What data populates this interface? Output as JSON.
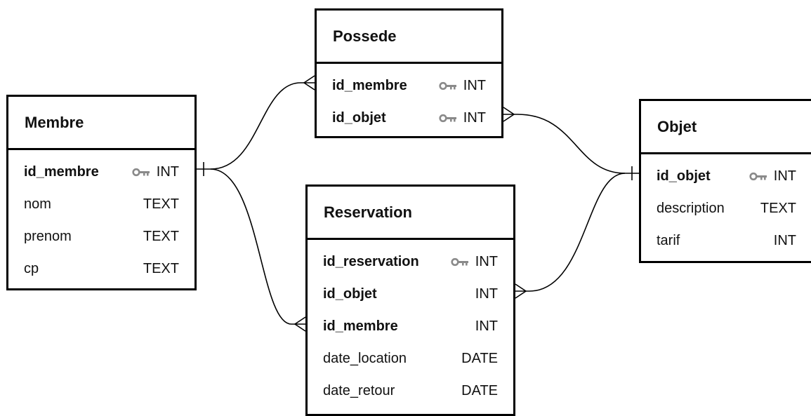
{
  "colors": {
    "line": "#000000",
    "key_icon": "#8a8a8a",
    "background": "#ffffff"
  },
  "entities": {
    "membre": {
      "title": "Membre",
      "fields": [
        {
          "name": "id_membre",
          "type": "INT",
          "key": "primary"
        },
        {
          "name": "nom",
          "type": "TEXT",
          "key": "none"
        },
        {
          "name": "prenom",
          "type": "TEXT",
          "key": "none"
        },
        {
          "name": "cp",
          "type": "TEXT",
          "key": "none"
        }
      ]
    },
    "possede": {
      "title": "Possede",
      "fields": [
        {
          "name": "id_membre",
          "type": "INT",
          "key": "primary"
        },
        {
          "name": "id_objet",
          "type": "INT",
          "key": "primary"
        }
      ]
    },
    "reservation": {
      "title": "Reservation",
      "fields": [
        {
          "name": "id_reservation",
          "type": "INT",
          "key": "primary"
        },
        {
          "name": "id_objet",
          "type": "INT",
          "key": "foreign"
        },
        {
          "name": "id_membre",
          "type": "INT",
          "key": "foreign"
        },
        {
          "name": "date_location",
          "type": "DATE",
          "key": "none"
        },
        {
          "name": "date_retour",
          "type": "DATE",
          "key": "none"
        }
      ]
    },
    "objet": {
      "title": "Objet",
      "fields": [
        {
          "name": "id_objet",
          "type": "INT",
          "key": "primary"
        },
        {
          "name": "description",
          "type": "TEXT",
          "key": "none"
        },
        {
          "name": "tarif",
          "type": "INT",
          "key": "none"
        }
      ]
    }
  },
  "relationships": [
    {
      "from": "Membre.id_membre",
      "to": "Possede.id_membre",
      "from_cardinality": "one",
      "to_cardinality": "many"
    },
    {
      "from": "Membre.id_membre",
      "to": "Reservation.id_membre",
      "from_cardinality": "one",
      "to_cardinality": "many"
    },
    {
      "from": "Objet.id_objet",
      "to": "Possede.id_objet",
      "from_cardinality": "one",
      "to_cardinality": "many"
    },
    {
      "from": "Objet.id_objet",
      "to": "Reservation.id_objet",
      "from_cardinality": "one",
      "to_cardinality": "many"
    }
  ]
}
